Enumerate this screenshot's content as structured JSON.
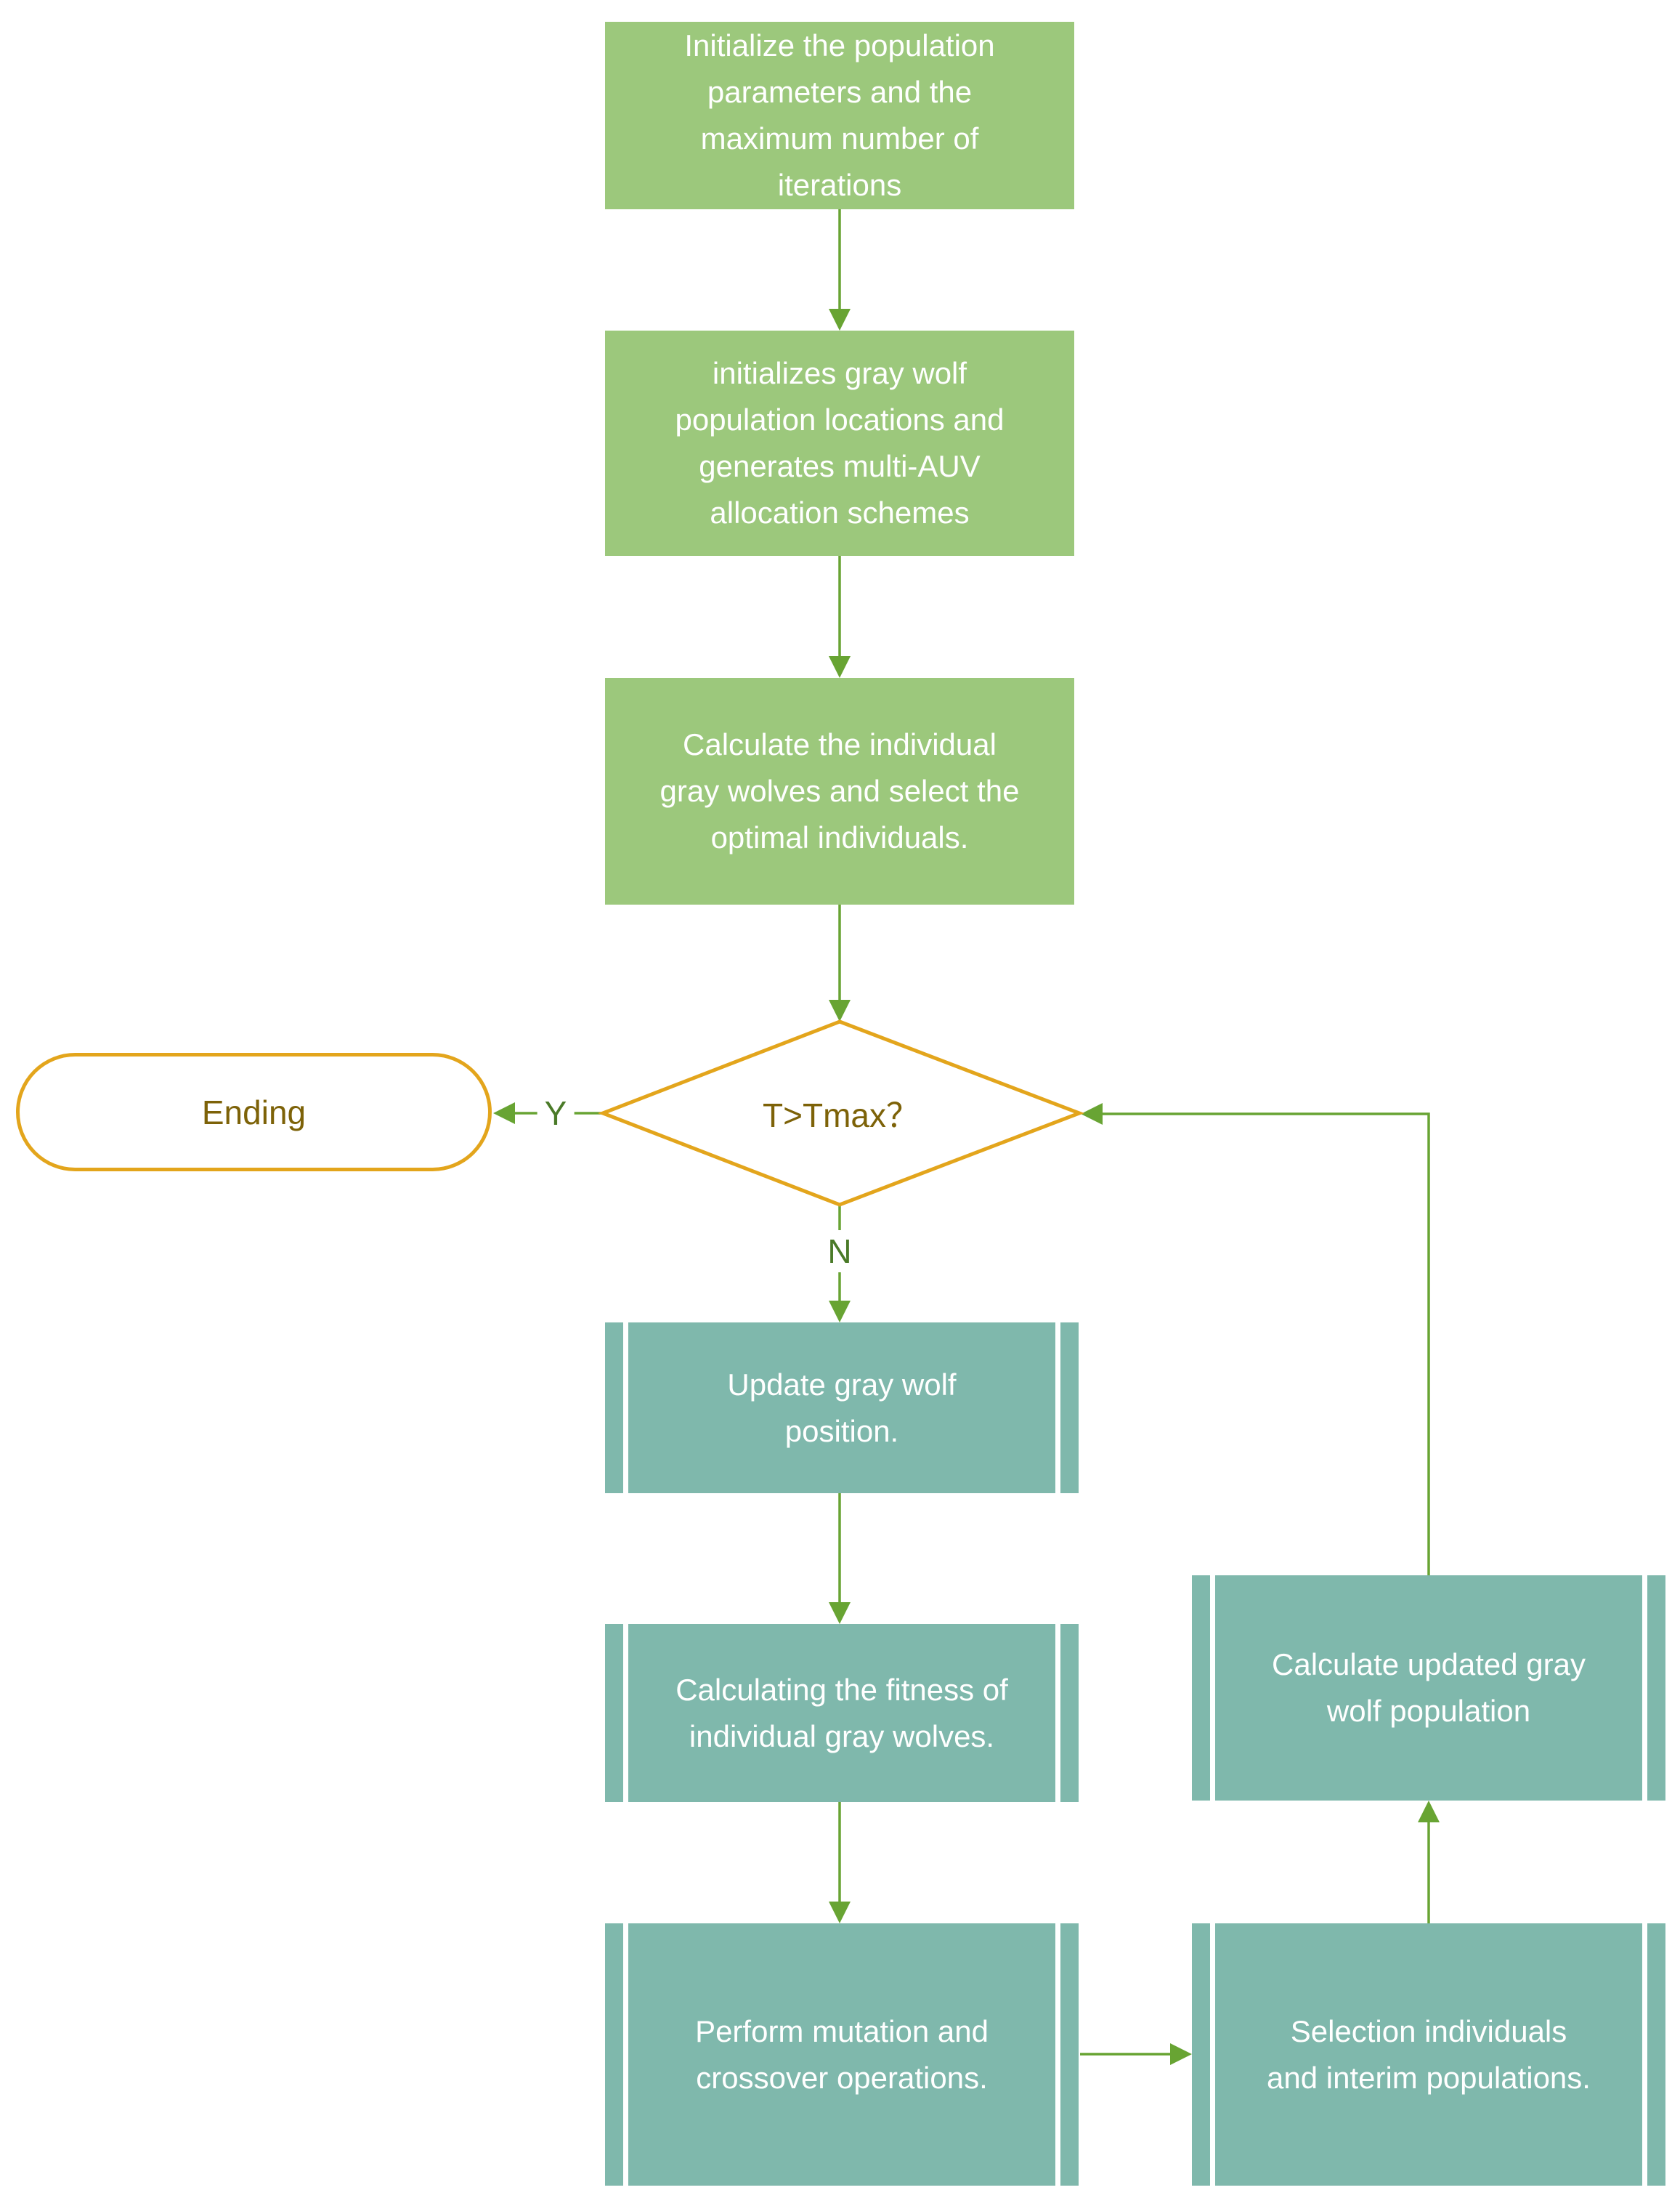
{
  "flowchart": {
    "nodes": {
      "init": {
        "label": "Initialize the population parameters and the maximum number of iterations"
      },
      "init_wolf": {
        "label": "initializes gray wolf population locations and generates multi-AUV allocation schemes"
      },
      "calc_individual": {
        "label": "Calculate the individual gray wolves and select the optimal individuals."
      },
      "decision": {
        "label": "T>Tmax？"
      },
      "ending": {
        "label": "Ending"
      },
      "update_position": {
        "label": "Update gray wolf position."
      },
      "calc_fitness": {
        "label": "Calculating the fitness of individual gray wolves."
      },
      "mutation": {
        "label": "Perform mutation and crossover operations."
      },
      "selection": {
        "label": "Selection individuals and interim populations."
      },
      "calc_updated": {
        "label": "Calculate updated gray wolf population"
      }
    },
    "edge_labels": {
      "yes": "Y",
      "no": "N"
    },
    "colors": {
      "process_green": "#9cc87c",
      "process_teal": "#7fb8ac",
      "arrow_green": "#68a433",
      "label_green": "#4a7a28",
      "decision_border": "#e3a51c",
      "decision_text": "#7d6208",
      "text_white": "#ffffff",
      "background": "#ffffff"
    }
  }
}
